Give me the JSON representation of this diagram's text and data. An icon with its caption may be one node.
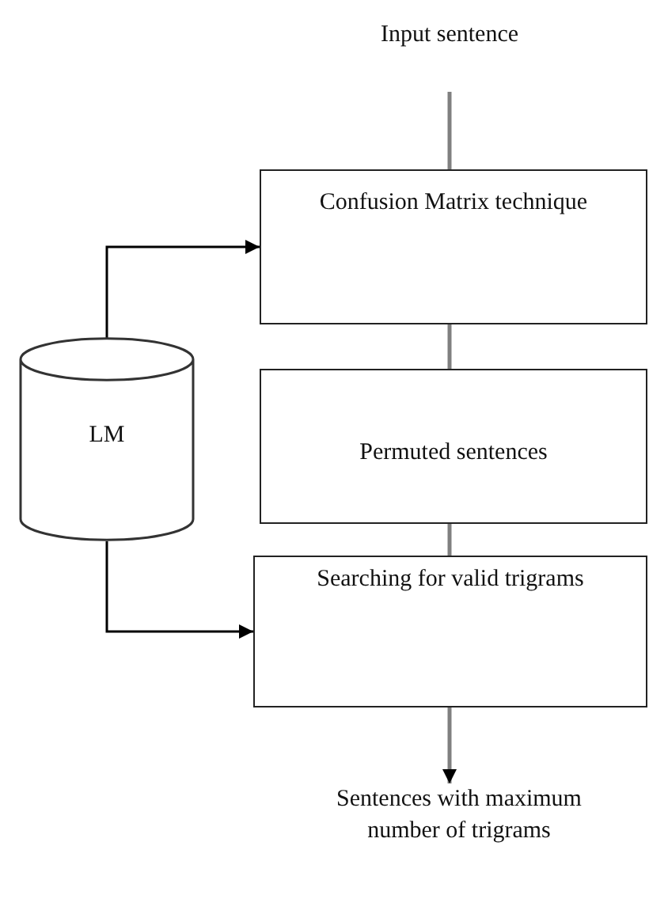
{
  "diagram": {
    "nodes": [
      {
        "text": [
          "Input sentence"
        ]
      },
      {
        "text": [
          "Confusion Matrix technique"
        ]
      },
      {
        "text": [
          "Permuted sentences"
        ]
      },
      {
        "text": [
          "LM"
        ]
      },
      {
        "text": [
          "Searching for valid trigrams"
        ]
      },
      {
        "text": [
          "Sentences with maximum number of trigrams"
        ]
      }
    ],
    "edges": [
      {
        "from": 0,
        "to": 1,
        "arrow": "none"
      },
      {
        "from": 1,
        "to": 2,
        "arrow": "none"
      },
      {
        "from": 2,
        "to": 4,
        "arrow": "none"
      },
      {
        "from": 3,
        "to": 1,
        "arrow": "to",
        "color": "#000000"
      },
      {
        "from": 3,
        "to": 4,
        "arrow": "to",
        "color": "#000000"
      },
      {
        "from": 4,
        "to": 5,
        "arrow": "to"
      }
    ]
  }
}
